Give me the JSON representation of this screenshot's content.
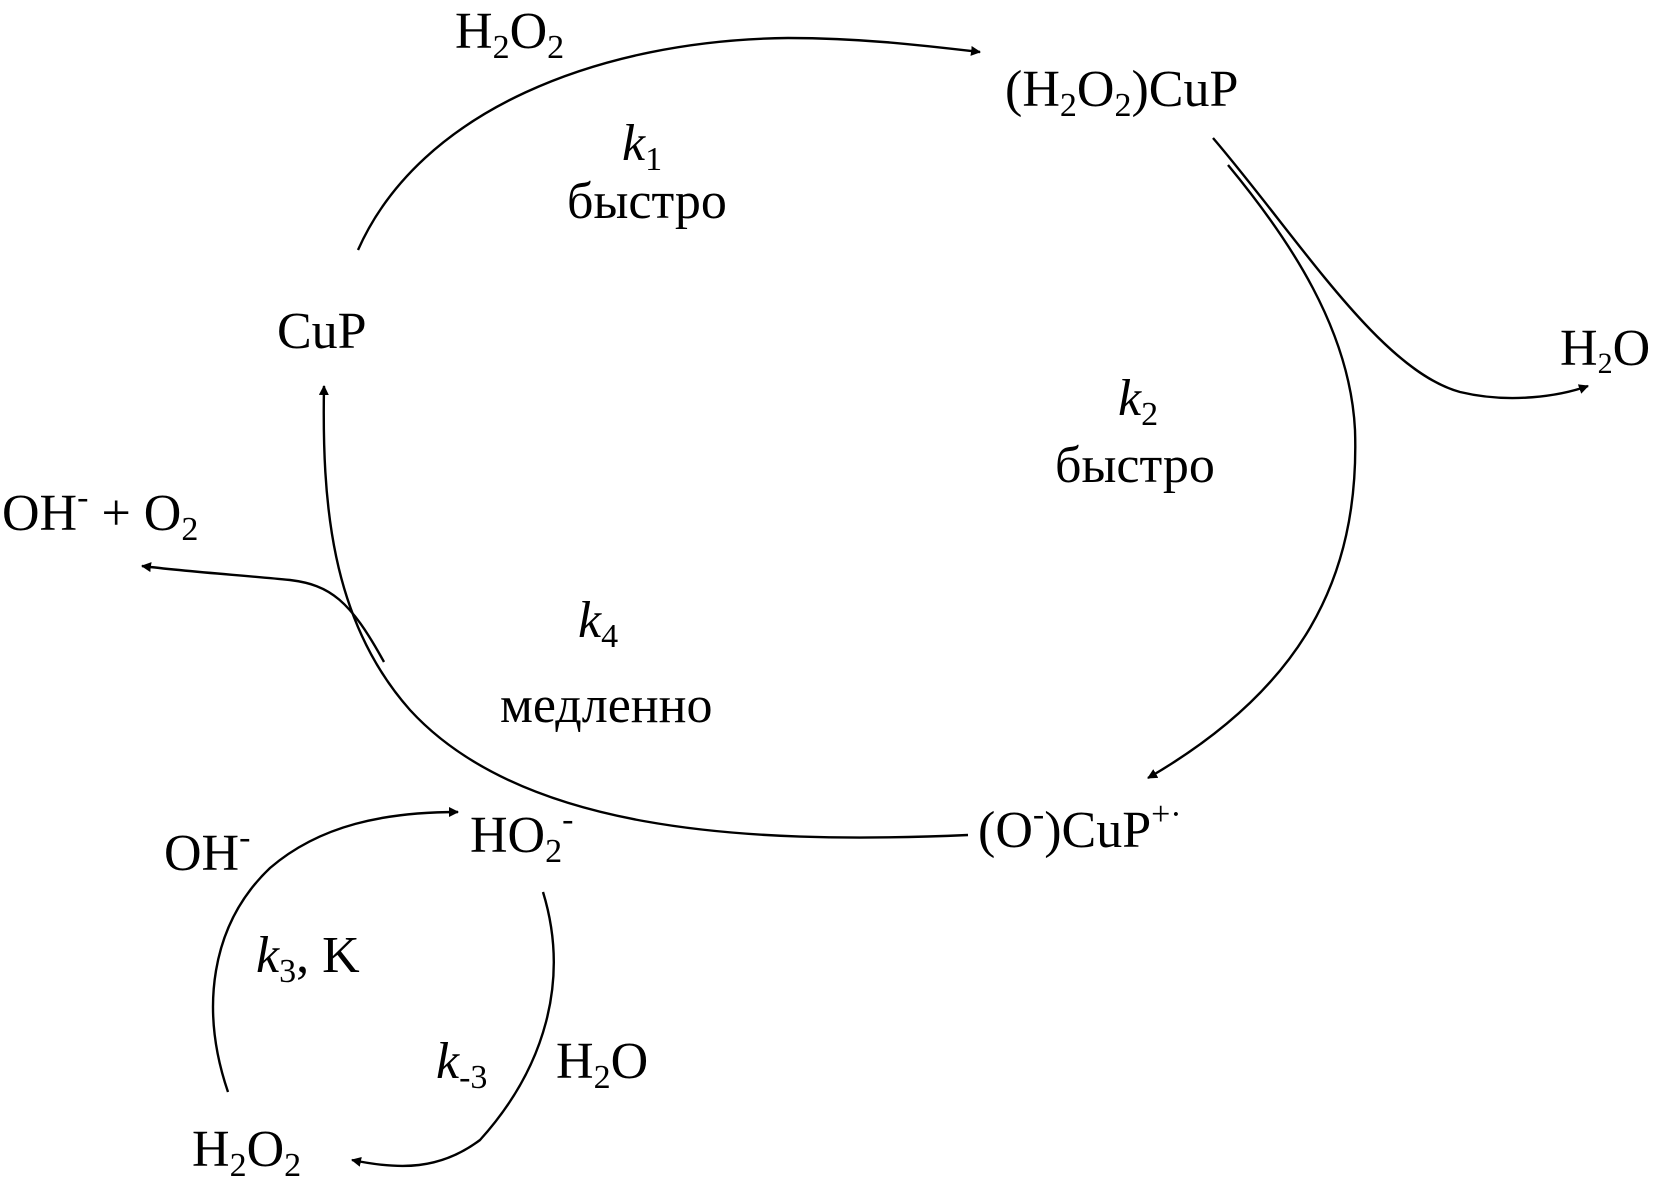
{
  "species": {
    "cup": "CuP",
    "h2o2_complex": {
      "pre": "(H",
      "sub1": "2",
      "mid": "O",
      "sub2": "2",
      "post": ")CuP"
    },
    "oxo": {
      "pre": "(O",
      "sup1": "-",
      "mid": ")CuP",
      "sup2": "+·"
    },
    "ho2": {
      "pre": "HO",
      "sub": "2",
      "sup": "-"
    },
    "h2o2_bottom": {
      "pre": "H",
      "sub1": "2",
      "mid": "O",
      "sub2": "2"
    }
  },
  "reagents": {
    "h2o2_top": {
      "pre": "H",
      "sub1": "2",
      "mid": "O",
      "sub2": "2"
    },
    "h2o_right": {
      "pre": "H",
      "sub": "2",
      "post": "O"
    },
    "oh_o2": {
      "pre": "OH",
      "sup": "-",
      "plus": " + O",
      "sub": "2"
    },
    "oh_minus": {
      "pre": "OH",
      "sup": "-"
    },
    "h2o_bottom": {
      "pre": "H",
      "sub": "2",
      "post": "O"
    }
  },
  "rates": {
    "k1": {
      "k": "k",
      "sub": "1",
      "speed": "быстро"
    },
    "k2": {
      "k": "k",
      "sub": "2",
      "speed": "быстро"
    },
    "k4": {
      "k": "k",
      "sub": "4",
      "speed": "медленно"
    },
    "k3": {
      "k": "k",
      "sub": "3",
      "post": ", K"
    },
    "km3": {
      "k": "k",
      "sub": "-3"
    }
  }
}
